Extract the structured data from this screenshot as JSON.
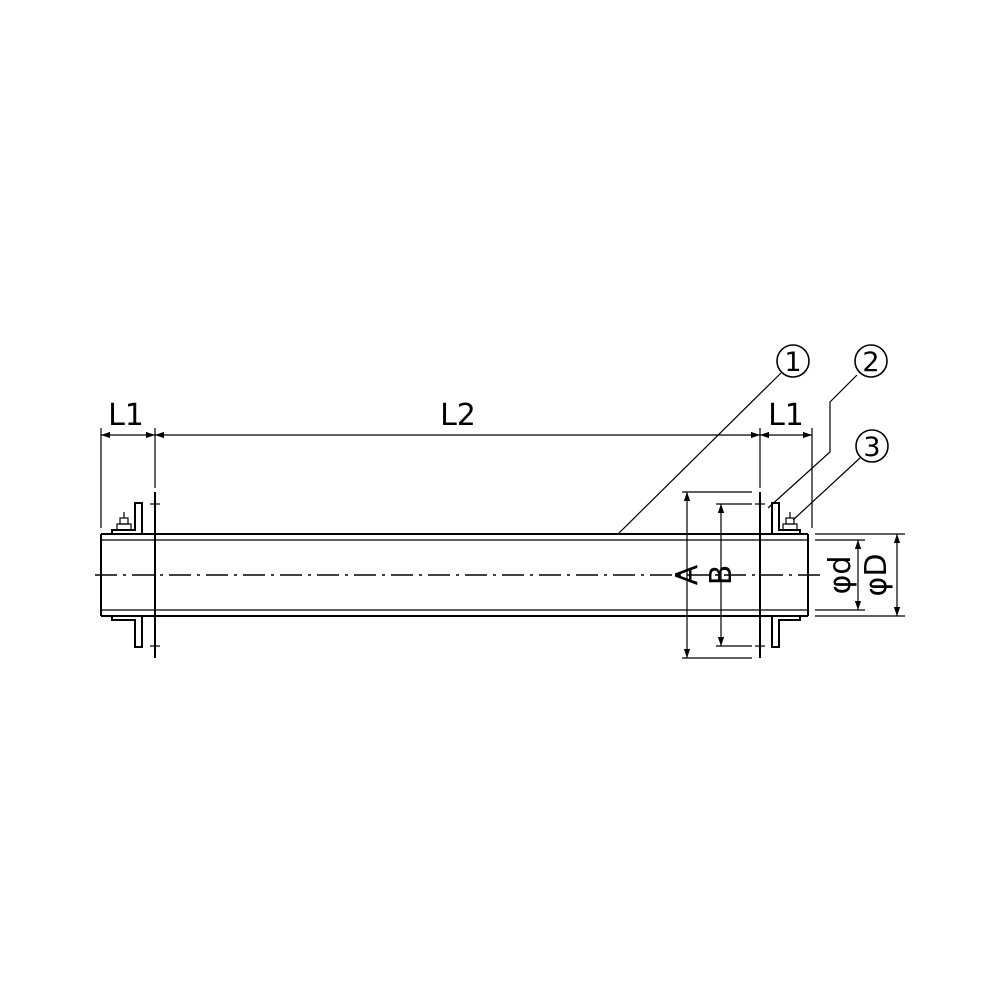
{
  "dimensions": {
    "l1_left": "L1",
    "l2": "L2",
    "l1_right": "L1",
    "a": "A",
    "b": "B",
    "d_inner": "φd",
    "d_outer": "φD"
  },
  "callouts": [
    "1",
    "2",
    "3"
  ]
}
